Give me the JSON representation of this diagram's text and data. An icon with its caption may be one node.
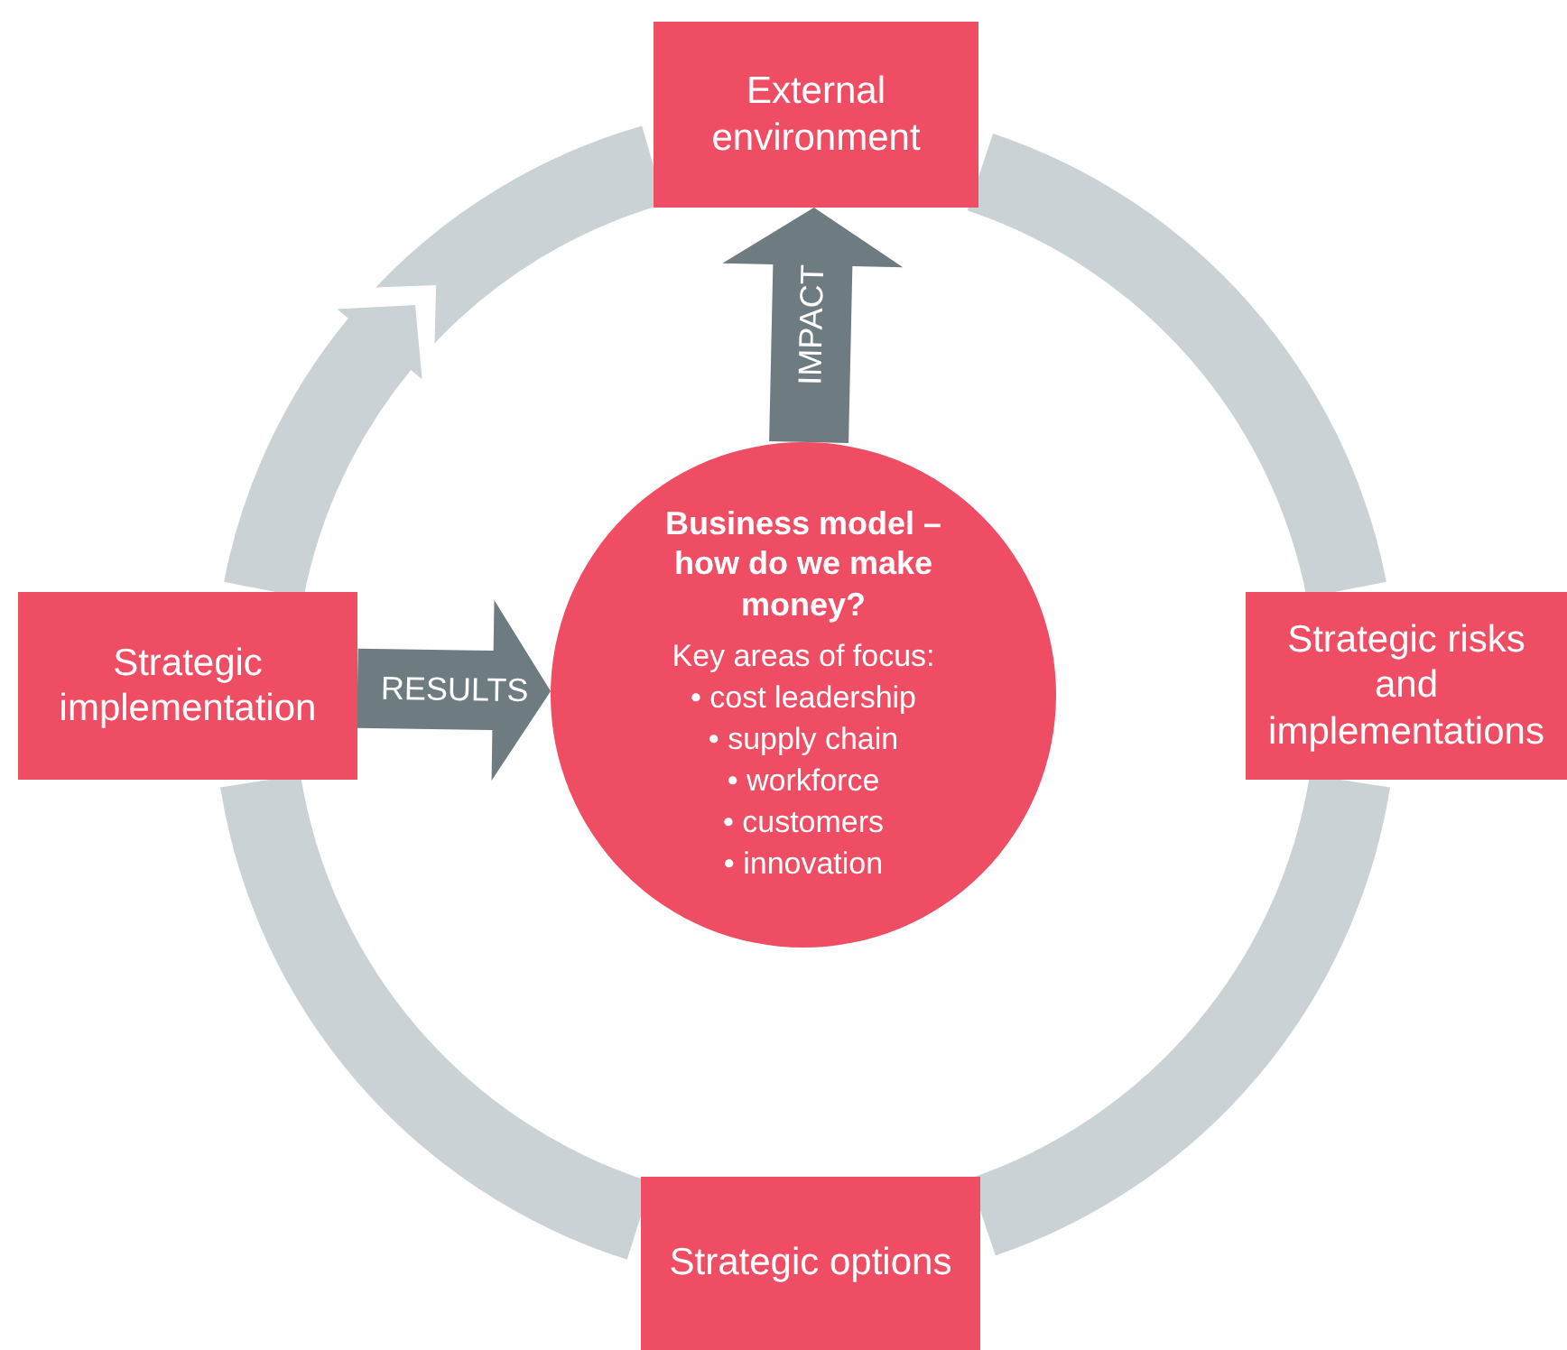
{
  "diagram": {
    "nodes": [
      {
        "text": [
          "External environment"
        ]
      },
      {
        "text": [
          "Strategic implementation"
        ]
      },
      {
        "text": [
          "Business model – how do we make money?",
          "Key areas of focus:",
          "• cost leadership",
          "• supply chain",
          "• workforce",
          "• customers",
          "• innovation"
        ]
      },
      {
        "text": [
          "Strategic risks and implementations"
        ]
      },
      {
        "text": [
          "Strategic options"
        ]
      }
    ],
    "edges": [
      {
        "from": 2,
        "to": 0,
        "arrow": "to",
        "label": "IMPACT",
        "color": "#6e7b81"
      },
      {
        "from": 1,
        "to": 2,
        "arrow": "to",
        "label": "RESULTS",
        "color": "#6e7b81"
      },
      {
        "from": 0,
        "to": 3,
        "arrow": "none"
      },
      {
        "from": 3,
        "to": 4,
        "arrow": "none"
      },
      {
        "from": 4,
        "to": 1,
        "arrow": "none"
      },
      {
        "from": 1,
        "to": 0,
        "arrow": "to"
      }
    ]
  }
}
